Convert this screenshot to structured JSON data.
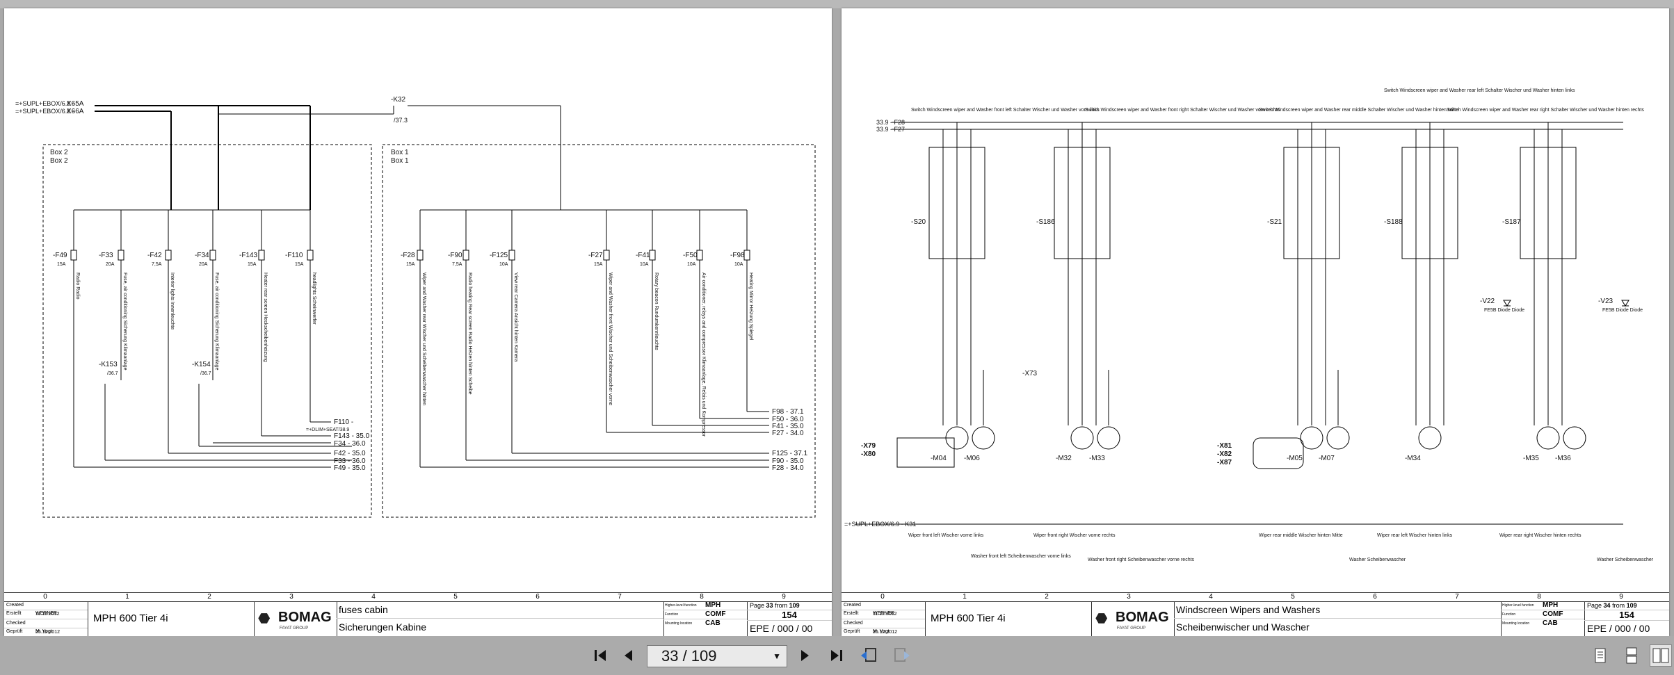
{
  "pages": [
    {
      "col_numbers": [
        "0",
        "1",
        "2",
        "3",
        "4",
        "5",
        "6",
        "7",
        "8",
        "9"
      ],
      "created_label": "Created Erstellt",
      "created_by": "WERNER",
      "created_date": "11.12.2012",
      "checked_label": "Checked Geprüft",
      "checked_by": "M. Vogt",
      "checked_date": "25.12.2012",
      "project": "MPH 600 Tier 4i",
      "logo": "BOMAG",
      "logo_sub": "FAYAT GROUP",
      "title_en": "fuses cabin",
      "title_de": "Sicherungen Kabine",
      "func_higher": "MPH",
      "func_function": "COMF",
      "func_location": "CAB",
      "func_higher_label": "Higher-level function",
      "func_function_label": "Function",
      "func_location_label": "Mounting location",
      "page_label": "Page",
      "page_num": "33",
      "page_from_label": "from",
      "page_total": "109",
      "sheet_no": "154",
      "epe": "EPE / 000 / 00",
      "diagram": {
        "x65a": "X65A",
        "x66a": "X66A",
        "supl1": "=+SUPL+EBOX/6.8 -",
        "supl2": "=+SUPL+EBOX/6.8 -",
        "k32": "-K32",
        "k32ref": "/37.3",
        "box2a": "Box 2",
        "box2b": "Box 2",
        "box1a": "Box 1",
        "box1b": "Box 1",
        "fuses_left": [
          {
            "id": "-F49",
            "amp": "15A",
            "desc": "Radio Radio"
          },
          {
            "id": "-F33",
            "amp": "20A",
            "desc": "Fuse, air conditioning Sicherung Klimaanlage"
          },
          {
            "id": "-F42",
            "amp": "7,5A",
            "desc": "Interior lights Innenleuchte"
          },
          {
            "id": "-F34",
            "amp": "20A",
            "desc": "Fuse, air conditioning Sicherung Klimaanlage"
          },
          {
            "id": "-F143",
            "amp": "15A",
            "desc": "Heater rear screen Heckscheibenheizung"
          },
          {
            "id": "-F110",
            "amp": "15A",
            "desc": "headlights Scheinwerfer"
          }
        ],
        "fuses_right": [
          {
            "id": "-F28",
            "amp": "15A",
            "desc": "Wiper and Washer rear Wischer und Scheibenwascher hinten"
          },
          {
            "id": "-F90",
            "amp": "7,5A",
            "desc": "Radio heating Rear screen Radio Heizen hinten Scheibe"
          },
          {
            "id": "-F125",
            "amp": "10A",
            "desc": "View rear Camera Ansicht hinten Kamera"
          },
          {
            "id": "-F27",
            "amp": "15A",
            "desc": "Wiper and Washer front Wischer und Scheibenwascher vorne"
          },
          {
            "id": "-F41",
            "amp": "10A",
            "desc": "Rotary beacon Rundumkennleuchte"
          },
          {
            "id": "-F50",
            "amp": "10A",
            "desc": "Air conditioner, relays and compressor Klimaanlage, Relais und Kompressor"
          },
          {
            "id": "-F98",
            "amp": "10A",
            "desc": "Heating Mirror Heizung Spiegel"
          }
        ],
        "k153": "-K153",
        "k153ref": "/36.7",
        "k154": "-K154",
        "k154ref": "/36.7",
        "outputs_left": [
          "F110 -",
          "F143 - 35.0",
          "F34 - 36.0",
          "F42 - 35.0",
          "F33 - 36.0",
          "F49 - 35.0"
        ],
        "dlim": "=+DLIM+SEAT/38.9",
        "outputs_right": [
          "F98 - 37.1",
          "F50 - 36.0",
          "F41 - 35.0",
          "F27 - 34.0",
          "F125 - 37.1",
          "F90 - 35.0",
          "F28 - 34.0"
        ]
      }
    },
    {
      "col_numbers": [
        "0",
        "1",
        "2",
        "3",
        "4",
        "5",
        "6",
        "7",
        "8",
        "9"
      ],
      "created_label": "Created Erstellt",
      "created_by": "WERNER",
      "created_date": "11.12.2012",
      "checked_label": "Checked Geprüft",
      "checked_by": "M. Vogt",
      "checked_date": "25.12.2012",
      "project": "MPH 600 Tier 4i",
      "logo": "BOMAG",
      "logo_sub": "FAYAT GROUP",
      "title_en": "Windscreen Wipers and Washers",
      "title_de": "Scheibenwischer und Wascher",
      "func_higher": "MPH",
      "func_function": "COMF",
      "func_location": "CAB",
      "func_higher_label": "Higher-level function",
      "func_function_label": "Function",
      "func_location_label": "Mounting location",
      "page_label": "Page",
      "page_num": "34",
      "page_from_label": "from",
      "page_total": "109",
      "sheet_no": "154",
      "epe": "EPE / 000 / 00",
      "diagram": {
        "f28": "33.9 - F28",
        "f27": "33.9 - F27",
        "k31": "=+SUPL+EBOX/6.9 -  K31",
        "switches": [
          {
            "id": "-S20",
            "label": "Switch Windscreen wiper and Washer front left Schalter Wischer und Washer vorn links"
          },
          {
            "id": "-S186",
            "label": "Switch Windscreen wiper and Washer front right Schalter Wischer und Washer vorn rechts"
          },
          {
            "id": "-S21",
            "label": "Switch Windscreen wiper and Washer rear middle Schalter Wischer und Washer hinten Mitte"
          },
          {
            "id": "-S188",
            "label": "Switch Windscreen wiper and Washer rear left Schalter Wischer und Washer hinten links"
          },
          {
            "id": "-S187",
            "label": "Switch Windscreen wiper and Washer rear right Schalter Wischer und Washer hinten rechts"
          }
        ],
        "motors": [
          "-M04",
          "-M06",
          "-M32",
          "-M33",
          "-M05",
          "-M07",
          "-M34",
          "-M35",
          "-M36"
        ],
        "connectors": [
          "-X79",
          "-X80",
          "-X81",
          "-X82",
          "-X87",
          "-X73"
        ],
        "diodes": [
          {
            "id": "-V22",
            "t": "FE5B Diode Diode"
          },
          {
            "id": "-V23",
            "t": "FE5B Diode Diode"
          }
        ],
        "footers": [
          "Wiper front left Wischer vorne links",
          "Washer front left Scheibenwascher vorne links",
          "Wiper front right Wischer vorne rechts",
          "Washer front right Scheibenwascher vorne rechts",
          "Wiper rear middle Wischer hinten Mitte",
          "Washer Scheibenwascher",
          "Wiper rear left Wischer hinten links",
          "Wiper rear right Wischer hinten rechts",
          "Washer Scheibenwascher"
        ]
      }
    }
  ],
  "nav": {
    "page_indicator": "33 / 109"
  },
  "icons": {
    "first": "first-page-icon",
    "prev": "prev-page-icon",
    "next": "next-page-icon",
    "last": "last-page-icon"
  }
}
